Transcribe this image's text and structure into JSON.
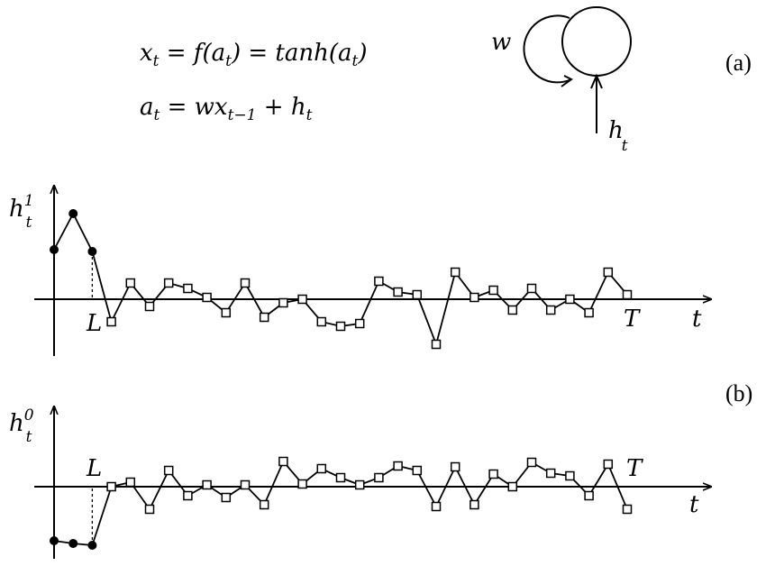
{
  "equations": {
    "eq1": "x_t = f(a_t) = tanh(a_t)",
    "eq2": "a_t = w x_{t−1} + h_t",
    "eq1_lhs": "x",
    "eq1_sub": "t",
    "eq1_rest": " = f(a",
    "eq1_sub2": "t",
    "eq1_rest2": ") = tanh(a",
    "eq1_sub3": "t",
    "eq1_end": ")",
    "eq2_lhs": "a",
    "eq2_sub": "t",
    "eq2_rest": " = wx",
    "eq2_sub2": "t−1",
    "eq2_rest2": " + h",
    "eq2_sub3": "t"
  },
  "neuron": {
    "weight_label": "w",
    "input_label": "h",
    "input_sub": "t"
  },
  "panel_labels": {
    "a": "(a)",
    "b": "(b)"
  },
  "plots": [
    {
      "id": "top",
      "ylabel": "h",
      "ylabel_sup": "1",
      "ylabel_sub": "t",
      "xlabel": "t",
      "L_label": "L",
      "T_label": "T",
      "filled_values": [
        0.55,
        0.95,
        0.53
      ],
      "open_values": [
        -0.25,
        0.18,
        -0.08,
        0.18,
        0.12,
        0.02,
        -0.15,
        0.18,
        -0.2,
        -0.04,
        0.0,
        -0.25,
        -0.3,
        -0.27,
        0.2,
        0.08,
        0.05,
        -0.5,
        0.3,
        0.02,
        0.1,
        -0.12,
        0.12,
        -0.12,
        0.0,
        -0.15,
        0.3,
        0.05
      ]
    },
    {
      "id": "bottom",
      "ylabel": "h",
      "ylabel_sup": "0",
      "ylabel_sub": "t",
      "xlabel": "t",
      "L_label": "L",
      "T_label": "T",
      "filled_values": [
        -0.6,
        -0.63,
        -0.65
      ],
      "open_values": [
        0.0,
        0.05,
        -0.25,
        0.18,
        -0.1,
        0.02,
        -0.12,
        0.02,
        -0.2,
        0.28,
        0.03,
        0.2,
        0.1,
        0.02,
        0.1,
        0.23,
        0.18,
        -0.22,
        0.22,
        -0.2,
        0.14,
        0.0,
        0.27,
        0.15,
        0.12,
        -0.1,
        0.25,
        -0.25
      ]
    }
  ]
}
